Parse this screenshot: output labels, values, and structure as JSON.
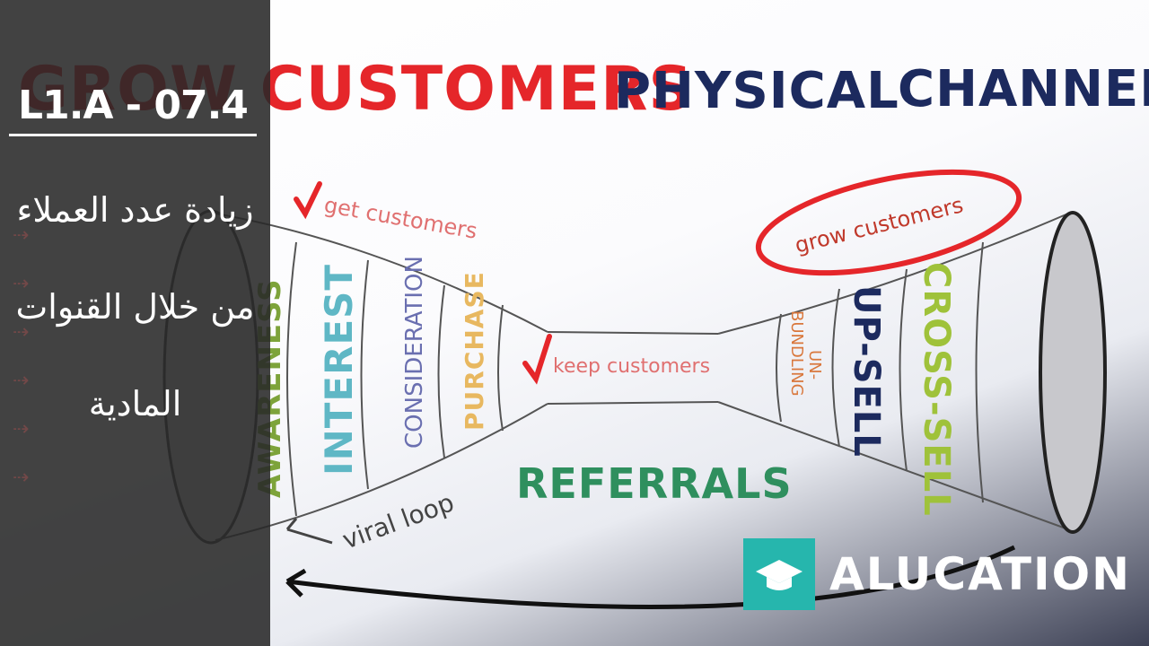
{
  "sidebar": {
    "code": "L1.A - 07.4",
    "title_line1": "زيادة عدد العملاء",
    "title_line2": "من خلال القنوات",
    "title_line3": "المادية"
  },
  "whiteboard": {
    "heading_red": "GROW CUSTOMERS",
    "heading_blue1": "PHYSICAL",
    "heading_blue2": "CHANNEL",
    "get_customers": "get customers",
    "keep_customers": "keep customers",
    "grow_customers": "grow customers",
    "stage_awareness": "AWARENESS",
    "stage_interest": "INTEREST",
    "stage_consideration": "CONSIDERATION",
    "stage_purchase": "PURCHASE",
    "stage_unbundling_1": "UN-",
    "stage_unbundling_2": "BUNDLING",
    "stage_upsell": "UP-SELL",
    "stage_crosssell": "CROSS-SELL",
    "referrals": "REFERRALS",
    "viral_loop": "viral loop"
  },
  "brand": {
    "name": "ALUCATION"
  },
  "colors": {
    "red": "#e5262a",
    "navy": "#1c2a5e",
    "teal": "#26b6ad",
    "green": "#2f8f5e",
    "orange": "#d9773c"
  }
}
